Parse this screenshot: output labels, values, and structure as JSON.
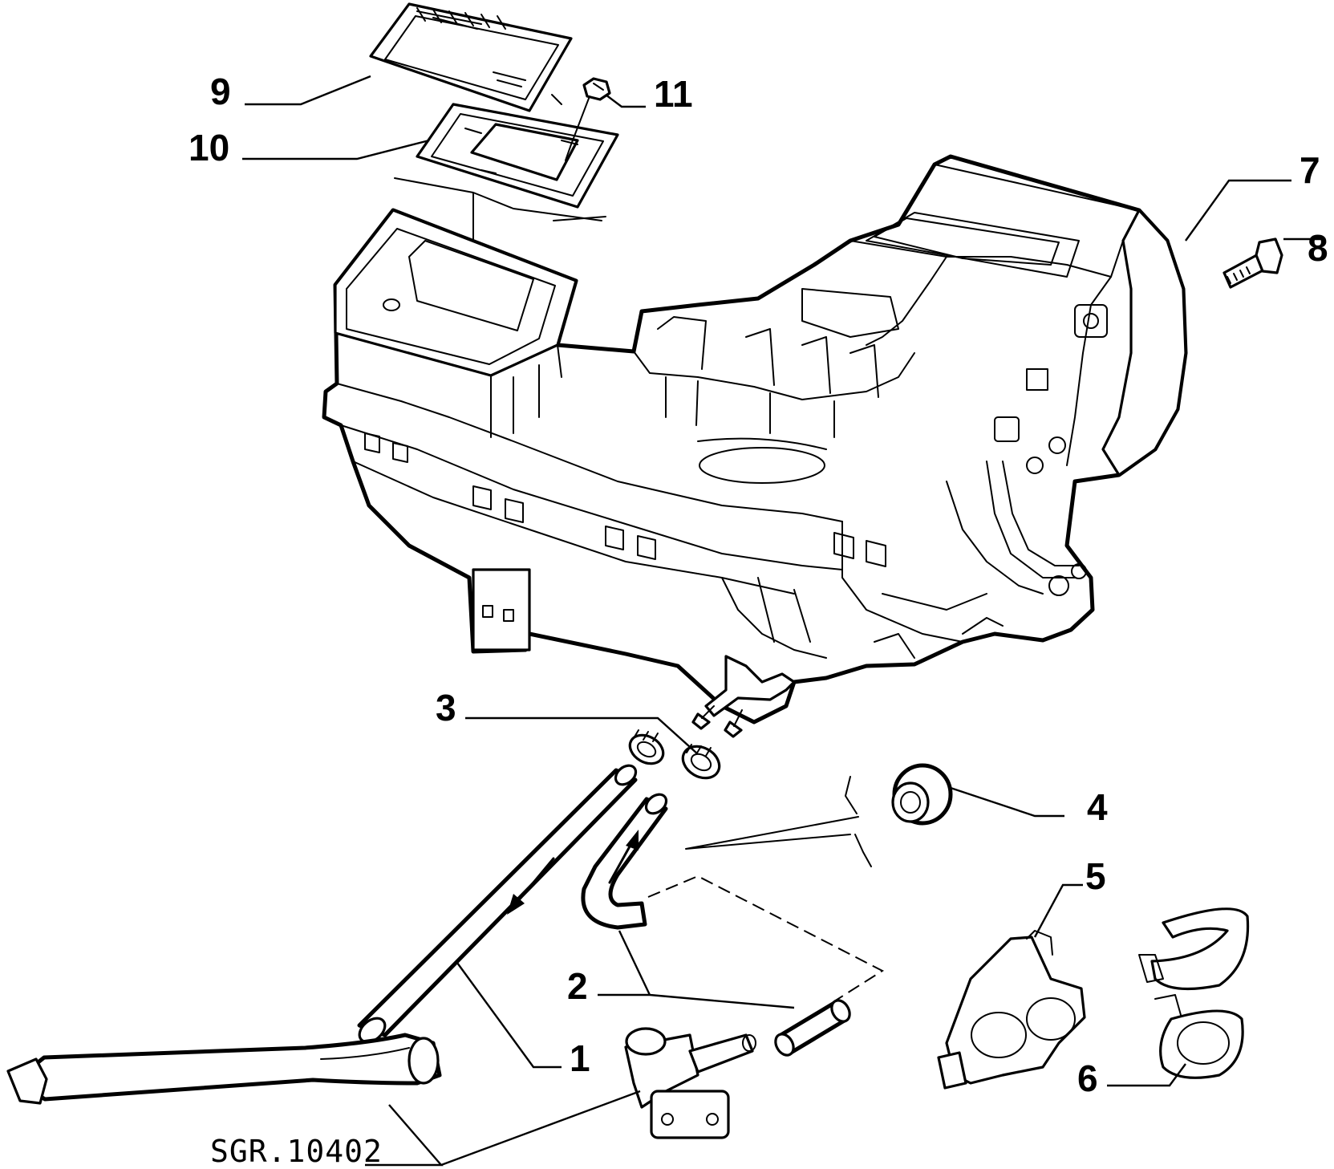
{
  "diagram": {
    "reference_code": "SGR.10402",
    "callouts": {
      "c1": "1",
      "c2": "2",
      "c3": "3",
      "c4": "4",
      "c5": "5",
      "c6": "6",
      "c7": "7",
      "c8": "8",
      "c9": "9",
      "c10": "10",
      "c11": "11"
    }
  }
}
